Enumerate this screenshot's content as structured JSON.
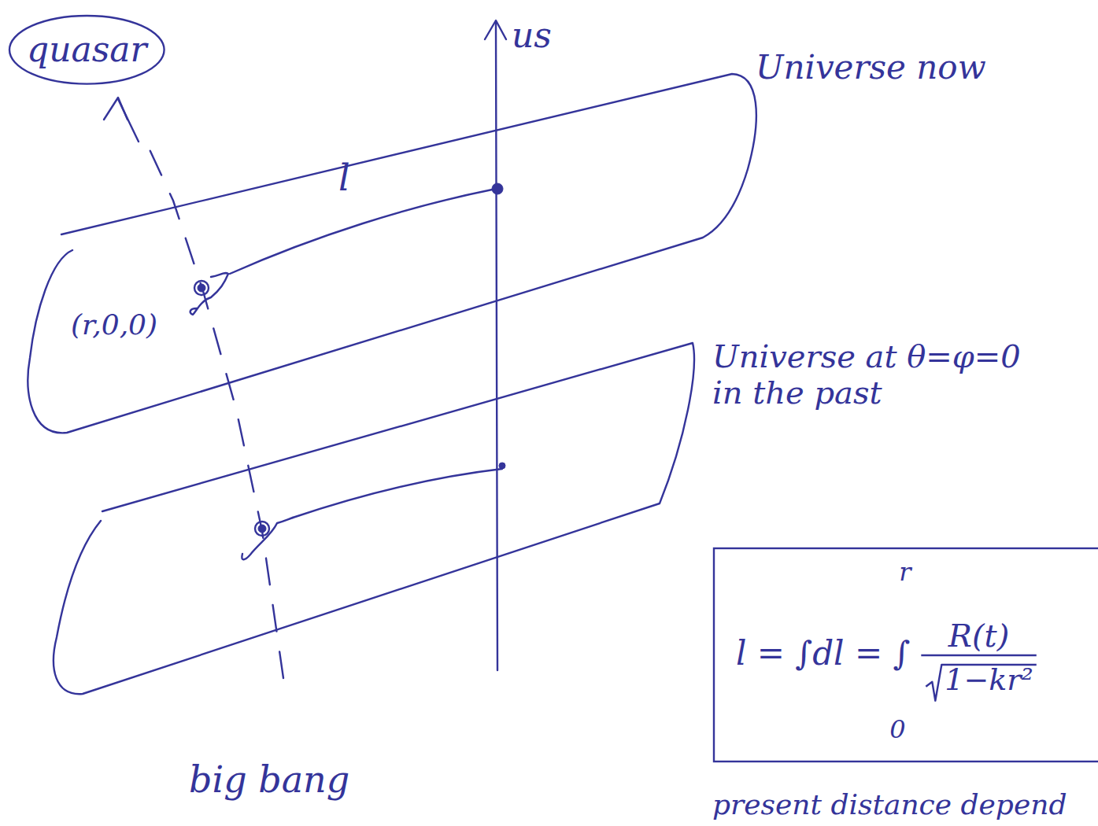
{
  "diagram": {
    "nodes": [
      {
        "text": [
          "quasar"
        ]
      },
      {
        "text": [
          "l = ∫dl = ∫",
          "r",
          "0",
          "R(t)",
          "1−kr²"
        ]
      }
    ],
    "labels": [
      "us",
      "Universe now",
      "l",
      "(r,0,0)",
      "Universe at θ=φ=0 in the past",
      "big bang",
      "present distance depend"
    ]
  }
}
